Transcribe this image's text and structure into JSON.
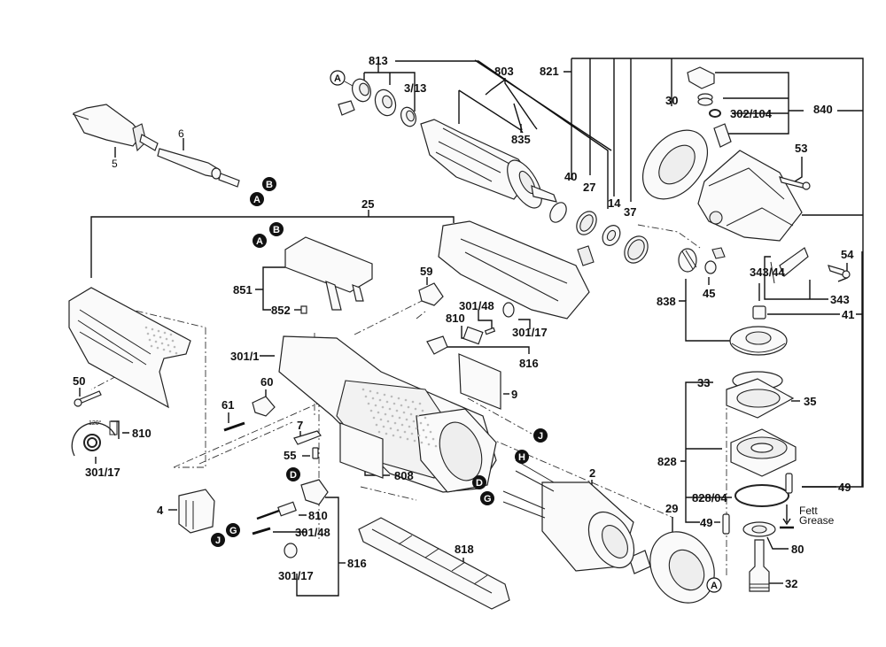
{
  "diagram": {
    "title": "Angle grinder exploded parts diagram",
    "parts": [
      {
        "id": "p813",
        "label": "813"
      },
      {
        "id": "p803",
        "label": "803"
      },
      {
        "id": "p821",
        "label": "821"
      },
      {
        "id": "p3_13",
        "label": "3/13"
      },
      {
        "id": "p835",
        "label": "835"
      },
      {
        "id": "p30",
        "label": "30"
      },
      {
        "id": "p302_104",
        "label": "302/104"
      },
      {
        "id": "p840",
        "label": "840"
      },
      {
        "id": "p53",
        "label": "53"
      },
      {
        "id": "p6",
        "label": "6"
      },
      {
        "id": "p5",
        "label": "5"
      },
      {
        "id": "p40",
        "label": "40"
      },
      {
        "id": "p27",
        "label": "27"
      },
      {
        "id": "p14",
        "label": "14"
      },
      {
        "id": "p37",
        "label": "37"
      },
      {
        "id": "p25",
        "label": "25"
      },
      {
        "id": "p851",
        "label": "851"
      },
      {
        "id": "p852",
        "label": "852"
      },
      {
        "id": "p59",
        "label": "59"
      },
      {
        "id": "p301_48a",
        "label": "301/48"
      },
      {
        "id": "p810a",
        "label": "810"
      },
      {
        "id": "p301_17a",
        "label": "301/17"
      },
      {
        "id": "p816a",
        "label": "816"
      },
      {
        "id": "p54",
        "label": "54"
      },
      {
        "id": "p343_44",
        "label": "343/44"
      },
      {
        "id": "p343",
        "label": "343"
      },
      {
        "id": "p838",
        "label": "838"
      },
      {
        "id": "p45",
        "label": "45"
      },
      {
        "id": "p41",
        "label": "41"
      },
      {
        "id": "p301_1",
        "label": "301/1"
      },
      {
        "id": "p9",
        "label": "9"
      },
      {
        "id": "p50",
        "label": "50"
      },
      {
        "id": "p60",
        "label": "60"
      },
      {
        "id": "p61",
        "label": "61"
      },
      {
        "id": "p33",
        "label": "33"
      },
      {
        "id": "p35",
        "label": "35"
      },
      {
        "id": "p810b",
        "label": "810"
      },
      {
        "id": "p301_17b",
        "label": "301/17"
      },
      {
        "id": "p7",
        "label": "7"
      },
      {
        "id": "p55",
        "label": "55"
      },
      {
        "id": "p808",
        "label": "808"
      },
      {
        "id": "p2",
        "label": "2"
      },
      {
        "id": "p828",
        "label": "828"
      },
      {
        "id": "p828_04",
        "label": "828/04"
      },
      {
        "id": "p49a",
        "label": "49"
      },
      {
        "id": "p49b",
        "label": "49"
      },
      {
        "id": "p4",
        "label": "4"
      },
      {
        "id": "p810c",
        "label": "810"
      },
      {
        "id": "p301_48b",
        "label": "301/48"
      },
      {
        "id": "p816b",
        "label": "816"
      },
      {
        "id": "p301_17c",
        "label": "301/17"
      },
      {
        "id": "p818",
        "label": "818"
      },
      {
        "id": "p29",
        "label": "29"
      },
      {
        "id": "p80",
        "label": "80"
      },
      {
        "id": "p32",
        "label": "32"
      }
    ],
    "markers": {
      "A": "A",
      "B": "B",
      "D": "D",
      "G": "G",
      "H": "H",
      "J": "J"
    },
    "notes": {
      "angle": "120°",
      "grease_de": "Fett",
      "grease_en": "Grease"
    }
  }
}
